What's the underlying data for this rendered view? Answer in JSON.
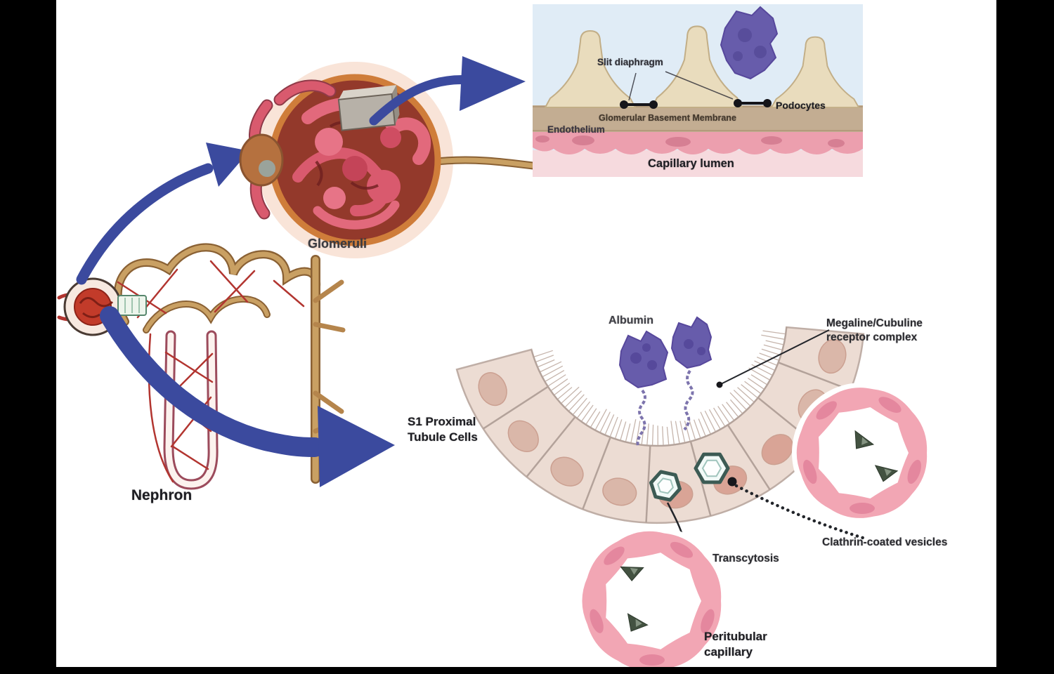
{
  "colors": {
    "letterbox_black": "#000000",
    "arrow_blue": "#3b4a9e",
    "albumin_purple": "#675cab",
    "cell_beige": "#ecdcd3",
    "podocyte_tan": "#e9dcbd",
    "gbm_tan": "#c3ad92",
    "endothelium_pink": "#ec9fae",
    "lumen_pink": "#f6dade",
    "panel_blue": "#e0ecf6",
    "capillary_ring_pink": "#f2a6b4",
    "nephron_red": "#c23b2a",
    "nephron_tan": "#c9a063"
  },
  "nephron_section": {
    "label": "Nephron"
  },
  "glomerulus_section": {
    "label": "Glomeruli"
  },
  "podocyte_panel": {
    "slit_diaphragm_label": "Slit diaphragm",
    "podocytes_label": "Podocytes",
    "basement_membrane_label": "Glomerular Basement Membrane",
    "endothelium_label": "Endothelium",
    "capillary_lumen_label": "Capillary lumen"
  },
  "proximal_tubule_panel": {
    "albumin_label": "Albumin",
    "receptor_complex_label": "Megaline/Cubuline receptor complex",
    "s1_cells_label": "S1 Proximal Tubule Cells",
    "clathrin_vesicles_label": "Clathrin-coated vesicles",
    "transcytosis_label": "Transcytosis",
    "peritubular_capillary_label": "Peritubular capillary"
  }
}
